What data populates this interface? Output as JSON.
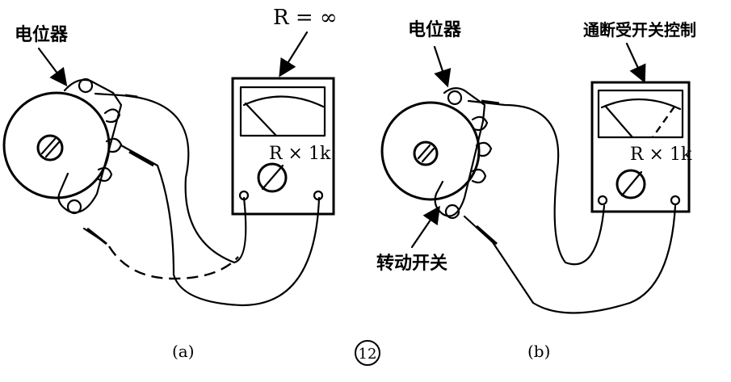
{
  "left": {
    "pot_label": "电位器",
    "meter_reading": "R = ∞",
    "range_label": "R × 1k",
    "caption": "(a)"
  },
  "right": {
    "pot_label": "电位器",
    "meter_reading": "通断受开关控制",
    "range_label": "R × 1k",
    "switch_label": "转动开关",
    "caption": "(b)"
  },
  "figure_number": "12"
}
